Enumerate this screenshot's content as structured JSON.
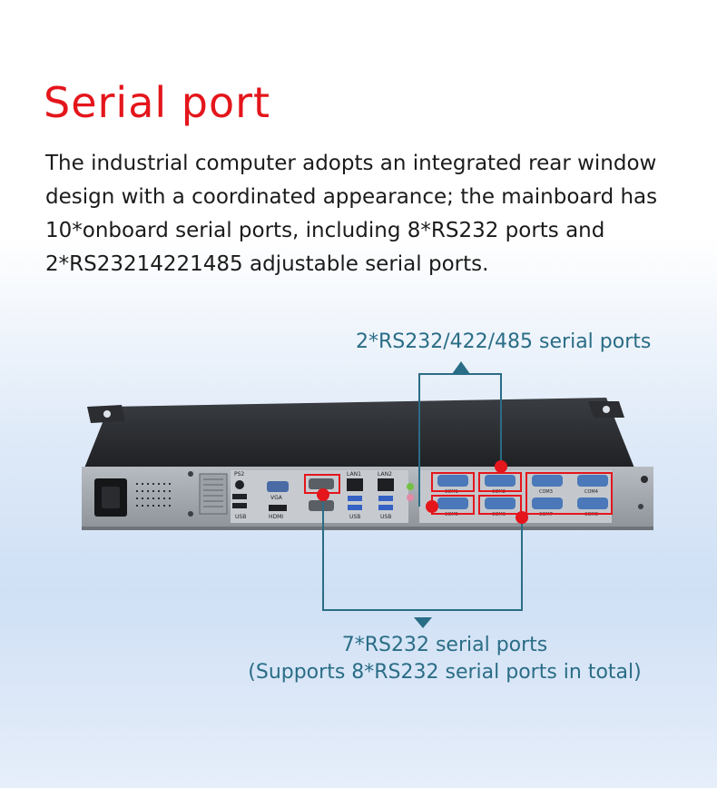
{
  "heading": "Serial port",
  "description": "The industrial computer adopts an integrated rear window design with a coordinated appearance; the mainboard has 10*onboard serial ports, including 8*RS232 ports and 2*RS23214221485 adjustable serial ports.",
  "callouts": {
    "top": "2*RS232/422/485 serial ports",
    "bottom_line1": "7*RS232 serial ports",
    "bottom_line2": "(Supports 8*RS232 serial ports in total)"
  },
  "panel_labels": {
    "ps2": "PS2",
    "vga": "VGA",
    "hdmi": "HDMI",
    "usb": "USB",
    "lan1": "LAN1",
    "lan2": "LAN2",
    "com_ports": [
      "COM1",
      "COM2",
      "COM3",
      "COM4",
      "COM5",
      "COM6",
      "COM7",
      "COM8"
    ]
  },
  "colors": {
    "heading": "#e4161c",
    "callout_text": "#2a6d86",
    "callout_line": "#2a6d86",
    "highlight": "#e4161c"
  }
}
